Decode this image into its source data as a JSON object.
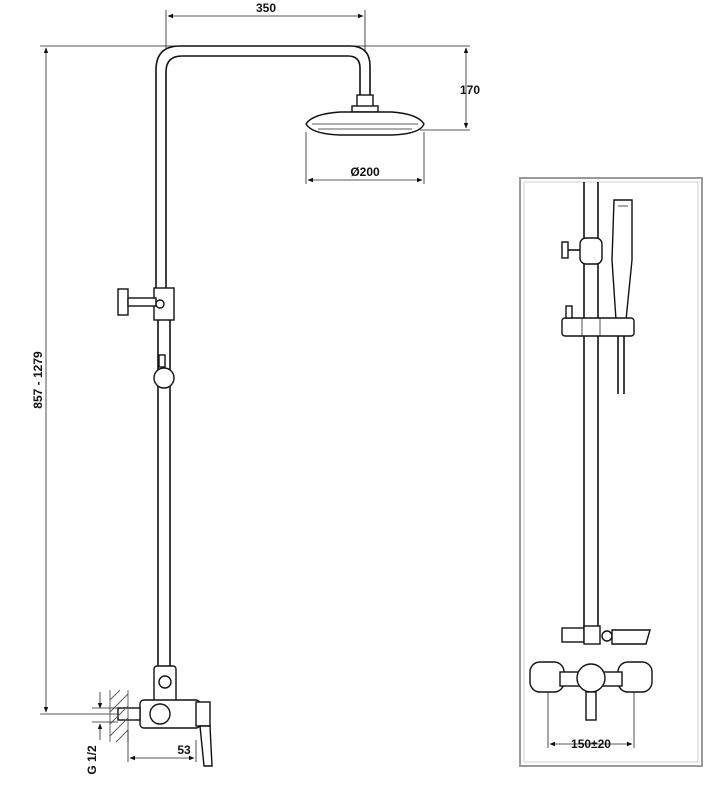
{
  "dimensions": {
    "arm_length": "350",
    "head_drop": "170",
    "head_diameter": "Ø200",
    "height_range": "857 - 1279",
    "wall_offset": "53",
    "inlet_thread": "G 1/2",
    "inlet_spacing": "150±20"
  },
  "colors": {
    "line": "#111111",
    "frame": "#9a9a9a",
    "background": "#ffffff"
  }
}
